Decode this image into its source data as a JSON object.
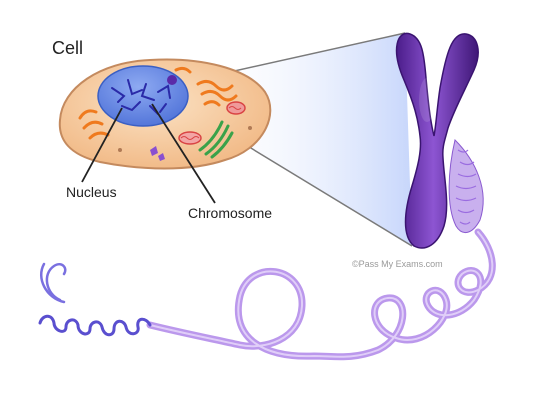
{
  "diagram": {
    "title": "Cell",
    "labels": {
      "nucleus": "Nucleus",
      "chromosome": "Chromosome"
    },
    "credit": "©Pass My Exams.com"
  },
  "colors": {
    "cytoplasm": "#f6c89c",
    "cell_border": "#c48a5e",
    "nucleus": "#6c8fe6",
    "chromosome": "#6b2fa8",
    "dna_strand": "#bb98ec",
    "organelle_orange": "#ef7a1e",
    "organelle_green": "#3aa24a",
    "organelle_red": "#d94444",
    "zoom_beam": "#cfdcfb"
  },
  "icons": [
    "cell-icon",
    "chromosome-icon",
    "dna-coil-icon"
  ]
}
